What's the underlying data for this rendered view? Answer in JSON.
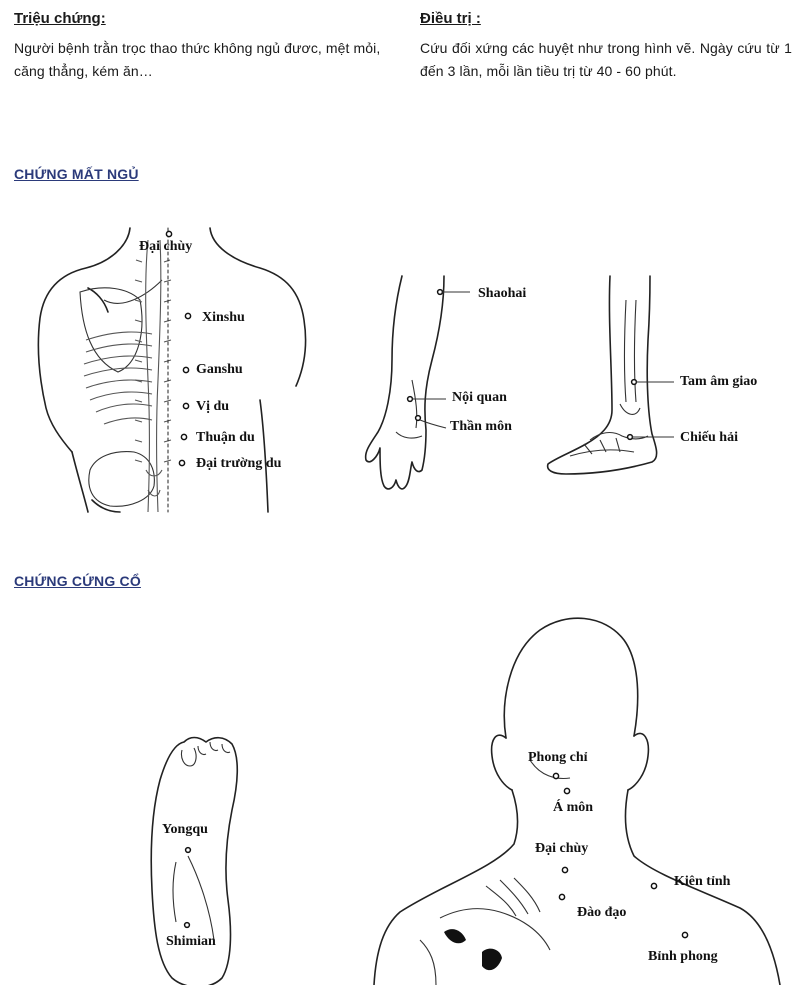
{
  "symptoms": {
    "heading": "Triệu chứng:",
    "text": "Người bệnh trằn trọc thao thức không ngủ đươc, mệt mỏi, căng thẳng, kém ăn…"
  },
  "treatment": {
    "heading": "Điều trị :",
    "text": "Cứu đối xứng các huyệt như trong hình vẽ. Ngày cứu từ 1 đến 3 lần, mỗi lần tiều trị từ 40 - 60 phút."
  },
  "insomnia": {
    "title": "CHỨNG MẤT NGỦ",
    "back_points": [
      "Đại chùy",
      "Xinshu",
      "Ganshu",
      "Vị du",
      "Thuận du",
      "Đại trường du"
    ],
    "arm_points": [
      "Shaohai",
      "Nội quan",
      "Thần môn"
    ],
    "leg_points": [
      "Tam âm giao",
      "Chiếu hải"
    ]
  },
  "stiff_neck": {
    "title": "CHỨNG CỨNG CỔ",
    "foot_points": [
      "Yongqu",
      "Shimian"
    ],
    "head_points": [
      "Phong chỉ",
      "Á môn",
      "Đại chùy",
      "Kiên tỉnh",
      "Đào đạo",
      "Bỉnh phong"
    ]
  }
}
